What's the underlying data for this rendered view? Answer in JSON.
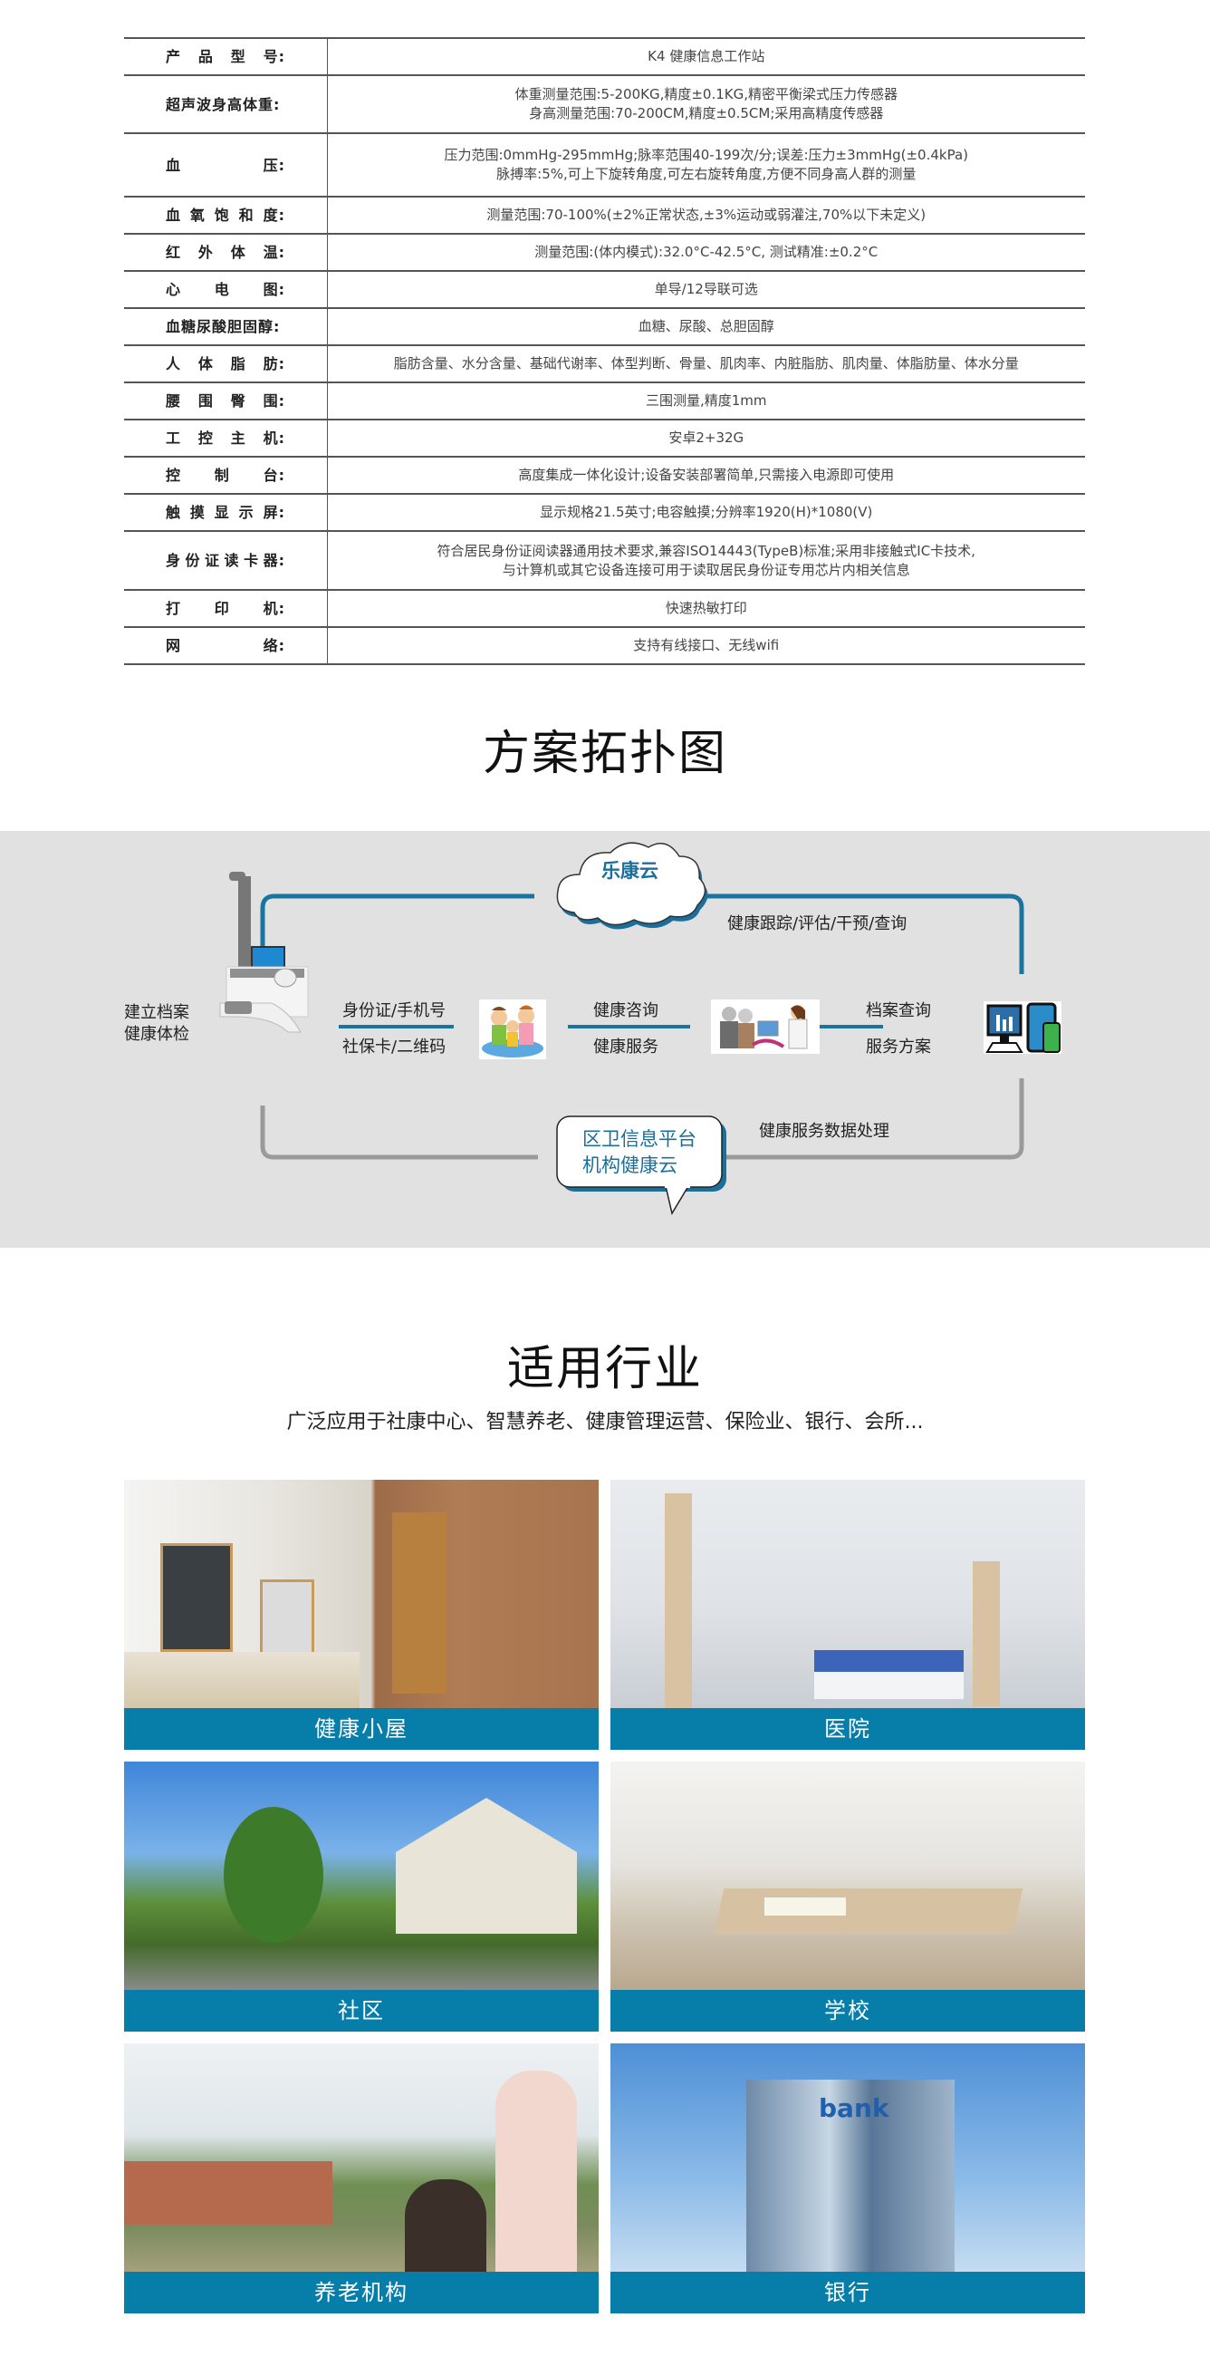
{
  "spec_table": {
    "rows": [
      {
        "key_chars": [
          "产",
          "品",
          "型",
          "号:"
        ],
        "values": [
          "K4 健康信息工作站"
        ]
      },
      {
        "key_chars": [
          "超声波身高体重:"
        ],
        "values": [
          "体重测量范围:5-200KG,精度±0.1KG,精密平衡梁式压力传感器",
          "身高测量范围:70-200CM,精度±0.5CM;采用高精度传感器"
        ]
      },
      {
        "key_chars": [
          "血",
          "压:"
        ],
        "values": [
          "压力范围:0mmHg-295mmHg;脉率范围40-199次/分;误差:压力±3mmHg(±0.4kPa)",
          "脉搏率:5%,可上下旋转角度,可左右旋转角度,方便不同身高人群的测量"
        ]
      },
      {
        "key_chars": [
          "血",
          "氧",
          "饱",
          "和",
          "度:"
        ],
        "values": [
          "测量范围:70-100%(±2%正常状态,±3%运动或弱灌注,70%以下未定义)"
        ]
      },
      {
        "key_chars": [
          "红",
          "外",
          "体",
          "温:"
        ],
        "values": [
          "测量范围:(体内模式):32.0°C-42.5°C, 测试精准:±0.2°C"
        ]
      },
      {
        "key_chars": [
          "心",
          "电",
          "图:"
        ],
        "values": [
          "单导/12导联可选"
        ]
      },
      {
        "key_chars": [
          "血糖尿酸胆固醇:"
        ],
        "values": [
          "血糖、尿酸、总胆固醇"
        ]
      },
      {
        "key_chars": [
          "人",
          "体",
          "脂",
          "肪:"
        ],
        "values": [
          "脂肪含量、水分含量、基础代谢率、体型判断、骨量、肌肉率、内脏脂肪、肌肉量、体脂肪量、体水分量"
        ]
      },
      {
        "key_chars": [
          "腰",
          "围",
          "臀",
          "围:"
        ],
        "values": [
          "三围测量,精度1mm"
        ]
      },
      {
        "key_chars": [
          "工",
          "控",
          "主",
          "机:"
        ],
        "values": [
          "安卓2+32G"
        ]
      },
      {
        "key_chars": [
          "控",
          "制",
          "台:"
        ],
        "values": [
          "高度集成一体化设计;设备安装部署简单,只需接入电源即可使用"
        ]
      },
      {
        "key_chars": [
          "触",
          "摸",
          "显",
          "示",
          "屏:"
        ],
        "values": [
          "显示规格21.5英寸;电容触摸;分辨率1920(H)*1080(V)"
        ]
      },
      {
        "key_chars": [
          "身",
          "份",
          "证",
          "读",
          "卡",
          "器:"
        ],
        "values": [
          "符合居民身份证阅读器通用技术要求,兼容ISO14443(TypeB)标准;采用非接触式IC卡技术,",
          "与计算机或其它设备连接可用于读取居民身份证专用芯片内相关信息"
        ]
      },
      {
        "key_chars": [
          "打",
          "印",
          "机:"
        ],
        "values": [
          "快速热敏打印"
        ]
      },
      {
        "key_chars": [
          "网",
          "络:"
        ],
        "values": [
          "支持有线接口、无线wifi"
        ]
      }
    ]
  },
  "topology": {
    "title": "方案拓扑图",
    "cloud_label": "乐康云",
    "left_label_1": "建立档案",
    "left_label_2": "健康体检",
    "link1_top": "身份证/手机号",
    "link1_bottom": "社保卡/二维码",
    "link2_top": "健康咨询",
    "link2_bottom": "健康服务",
    "link3_top": "档案查询",
    "link3_bottom": "服务方案",
    "top_loop_label": "健康跟踪/评估/干预/查询",
    "bottom_loop_label": "健康服务数据处理",
    "bubble_line_1": "区卫信息平台",
    "bubble_line_2": "机构健康云",
    "colors": {
      "blue_line": "#1a74a0",
      "gray_line": "#9a9a9a",
      "band_bg": "#e1e1e1"
    }
  },
  "industries": {
    "title": "适用行业",
    "subtitle": "广泛应用于社康中心、智慧养老、健康管理运营、保险业、银行、会所...",
    "tiles": [
      {
        "label": "健康小屋"
      },
      {
        "label": "医院"
      },
      {
        "label": "社区"
      },
      {
        "label": "学校"
      },
      {
        "label": "养老机构"
      },
      {
        "label": "银行"
      }
    ],
    "banner_color": "#077daa"
  }
}
